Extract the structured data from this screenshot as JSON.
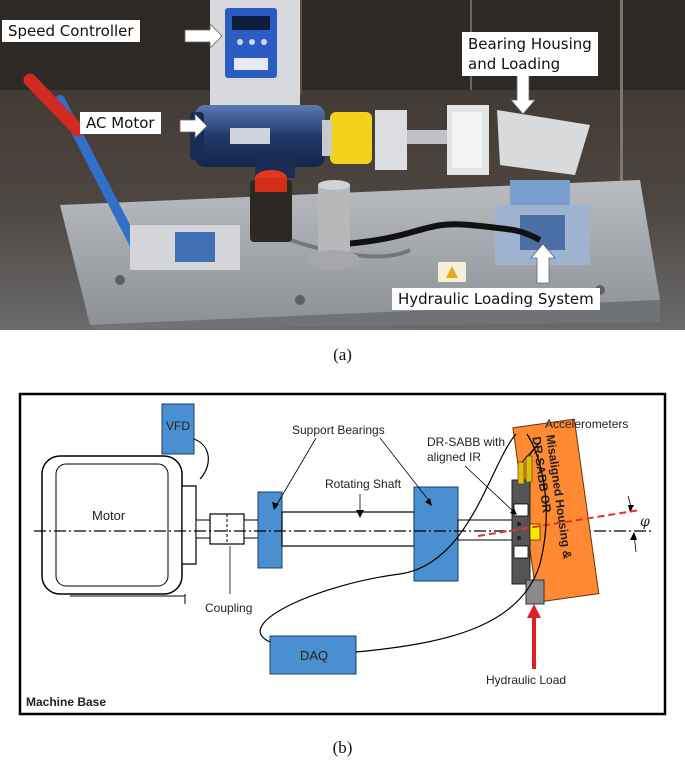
{
  "panel_a": {
    "labels": {
      "speed_controller": "Speed Controller",
      "bearing_housing_line1": "Bearing Housing",
      "bearing_housing_line2": "and  Loading",
      "ac_motor": "AC Motor",
      "hydraulic_loading": "Hydraulic Loading System"
    },
    "caption": "(a)"
  },
  "panel_b": {
    "labels": {
      "vfd": "VFD",
      "motor": "Motor",
      "support_bearings": "Support Bearings",
      "rotating_shaft": "Rotating Shaft",
      "dr_sabb_line1": "DR-SABB with",
      "dr_sabb_line2": "aligned IR",
      "accelerometers": "Accelerometers",
      "misaligned_line1": "Misaligned Housing &",
      "misaligned_line2": "DR-SABB OR",
      "phi": "φ",
      "coupling": "Coupling",
      "daq": "DAQ",
      "hydraulic_load": "Hydraulic Load",
      "machine_base": "Machine Base"
    },
    "caption": "(b)"
  },
  "colors": {
    "component_blue": "#4a8fd0",
    "housing_orange": "#ff8a33",
    "load_red": "#e02020",
    "misalign_red": "#e83030"
  }
}
